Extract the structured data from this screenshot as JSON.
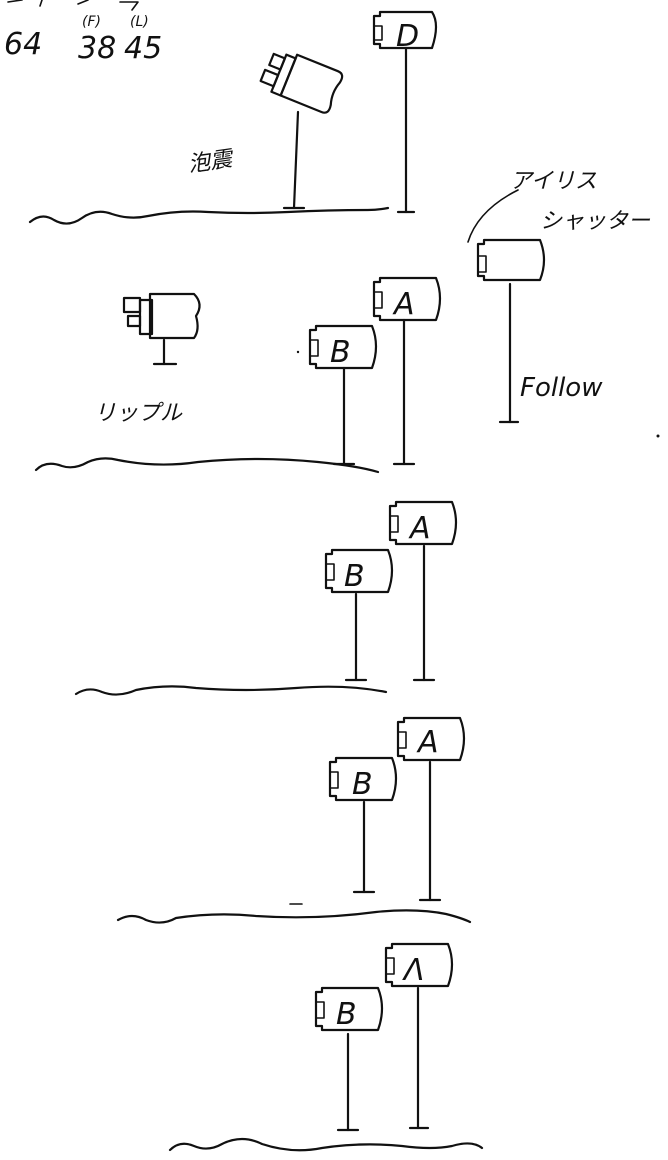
{
  "header": {
    "num_main": "64",
    "num_a": "38",
    "num_a_sup": "(F)",
    "num_b": "45",
    "num_b_sup": "(L)"
  },
  "labels": {
    "tilt": "泡震",
    "ripple": "リップル",
    "iris_1": "アイリス",
    "iris_2": "シャッター",
    "follow": "Follow"
  },
  "sign_letters": {
    "top": "D",
    "a": "A",
    "b": "B"
  }
}
